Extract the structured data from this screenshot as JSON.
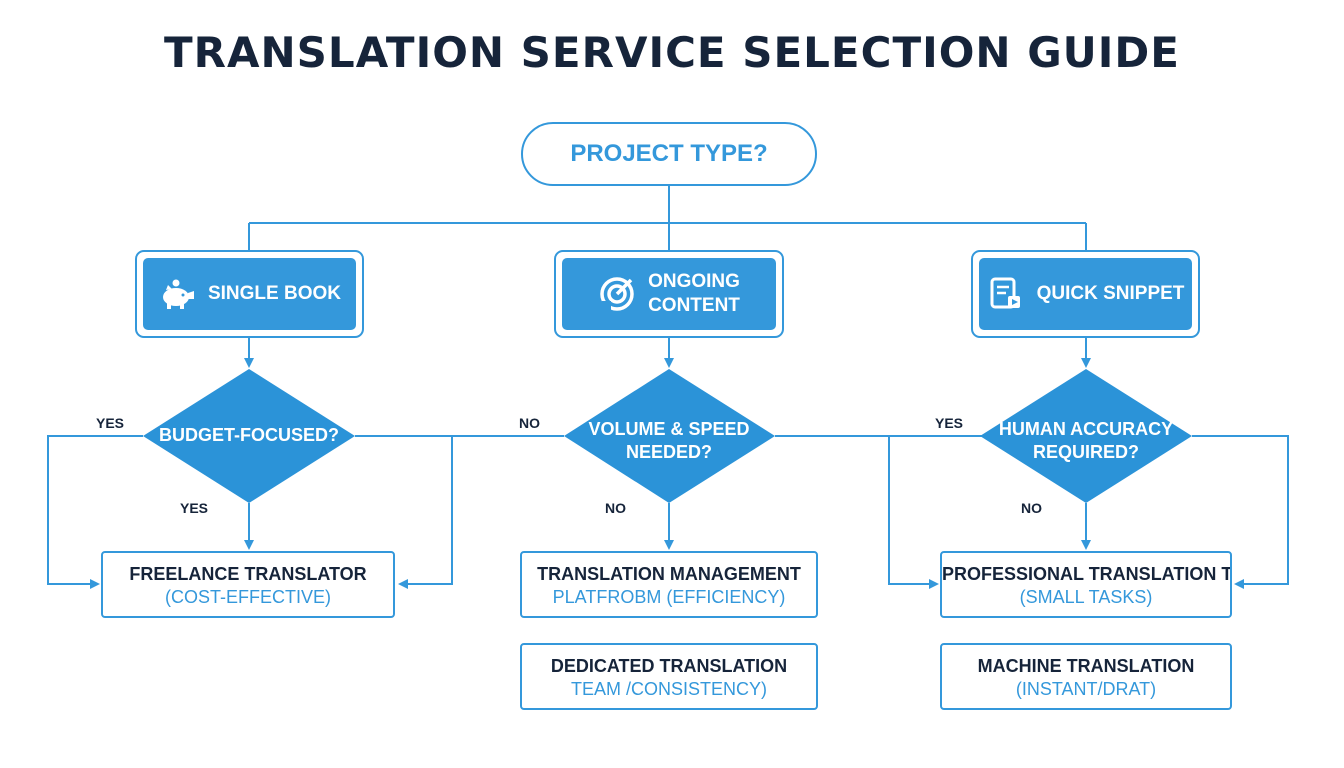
{
  "title": "TRANSLATION SERVICE SELECTION GUIDE",
  "root": {
    "label": "PROJECT TYPE?"
  },
  "categories": [
    {
      "label": "SINGLE BOOK",
      "icon": "piggy-bank-icon"
    },
    {
      "label": "ONGOING CONTENT",
      "line1": "ONGOING",
      "line2": "CONTENT",
      "icon": "target-icon"
    },
    {
      "label": "QUICK SNIPPET",
      "icon": "document-edit-icon"
    }
  ],
  "decisions": [
    {
      "line1": "BUDGET-FOCUSED?"
    },
    {
      "line1": "VOLUME & SPEED",
      "line2": "NEEDED?"
    },
    {
      "line1": "HUMAN ACCURACY",
      "line2": "REQUIRED?"
    }
  ],
  "edge_labels": {
    "left_yes_top": "YES",
    "left_yes_bottom": "YES",
    "mid_no_top": "NO",
    "mid_no_bottom": "NO",
    "right_yes_top": "YES",
    "right_no_bottom": "NO"
  },
  "results": [
    {
      "line1": "FREELANCE TRANSLATOR",
      "line2": "(COST-EFFECTIVE)"
    },
    {
      "line1": "TRANSLATION MANAGEMENT",
      "line2": "PLATFROBM (EFFICIENCY)"
    },
    {
      "line1": "DEDICATED TRANSLATION",
      "line2": "TEAM /CONSISTENCY)"
    },
    {
      "line1": "PROFESSIONAL TRANSLATION TOL",
      "line2": "(SMALL TASKS)"
    },
    {
      "line1": "MACHINE TRANSLATION",
      "line2": "(INSTANT/DRAT)"
    }
  ],
  "colors": {
    "accent": "#3498db",
    "text": "#16243a",
    "background": "#ffffff"
  }
}
